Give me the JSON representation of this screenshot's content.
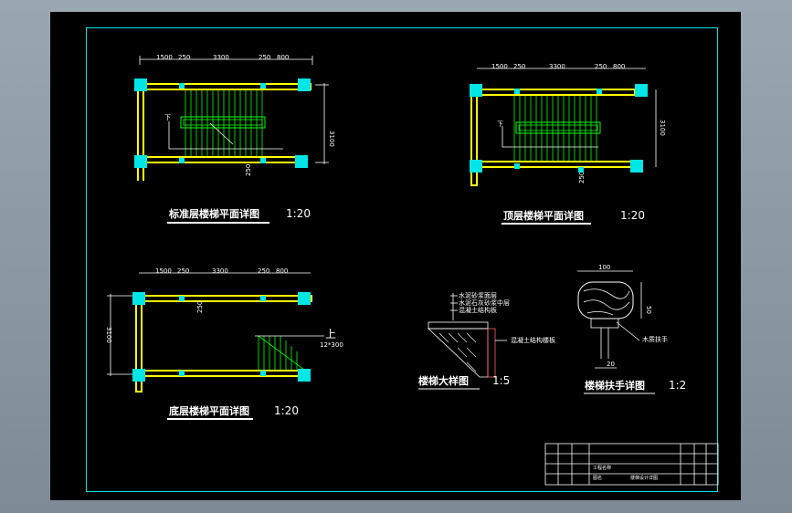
{
  "titles": {
    "standard_floor": "标准层楼梯平面详图",
    "top_floor": "顶层楼梯平面详图",
    "ground_floor": "底层楼梯平面详图",
    "stair_detail": "楼梯大样图",
    "handrail_detail": "楼梯扶手详图"
  },
  "scales": {
    "s1_20": "1:20",
    "s1_5": "1:5",
    "s1_2": "1:2"
  },
  "dims": {
    "d1500": "1500",
    "d250": "250",
    "d3300": "3300",
    "d800": "800",
    "d3100": "3100",
    "d100": "100",
    "d50": "50",
    "d20": "20"
  },
  "labels": {
    "down": "下",
    "up": "上",
    "steps": "12*300",
    "wood_handrail": "木质扶手",
    "stair_finish_1": "水泥砂浆面层",
    "stair_finish_2": "水泥石灰砂浆中层",
    "stair_finish_3": "混凝土结构板",
    "stair_base": "混凝土结构楼板"
  },
  "title_block": {
    "project": "工程名称",
    "drawing": "图名",
    "drawing_name": "楼梯设计详图"
  },
  "colors": {
    "frame": "#00e5e5",
    "wall": "#ffff00",
    "column": "#00e5e5",
    "stair": "#00ff00",
    "dimension": "#ffffff"
  }
}
